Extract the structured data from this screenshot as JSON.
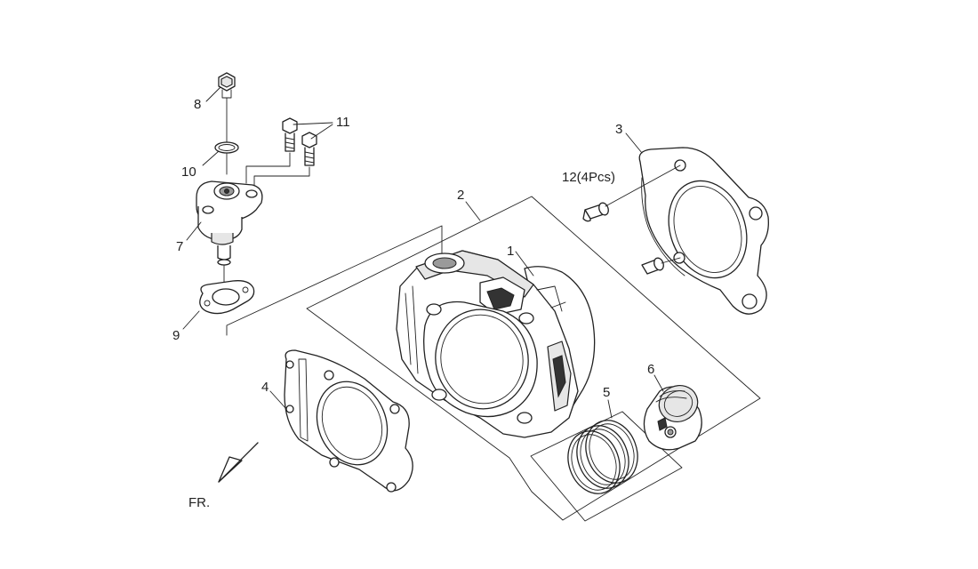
{
  "callouts": {
    "c1": "1",
    "c2": "2",
    "c3": "3",
    "c4": "4",
    "c5": "5",
    "c6": "6",
    "c7": "7",
    "c8": "8",
    "c9": "9",
    "c10": "10",
    "c11": "11",
    "c12": "12(4Pcs)"
  },
  "direction_label": "FR."
}
